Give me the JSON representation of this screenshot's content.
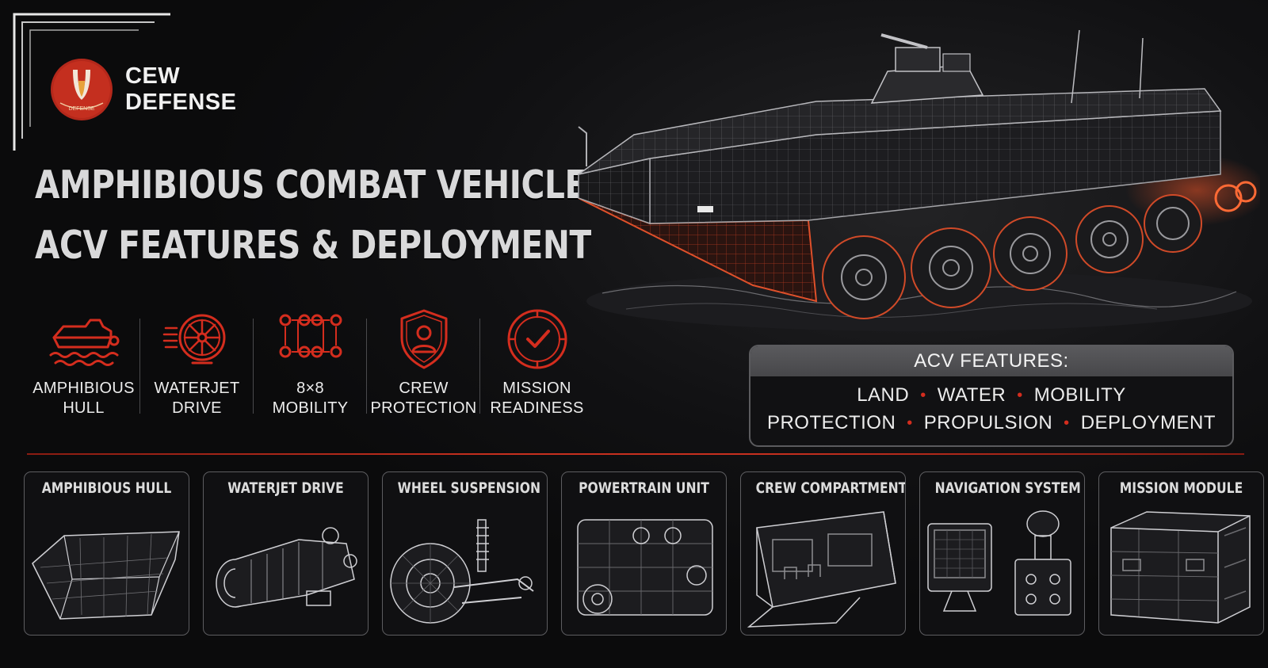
{
  "brand": {
    "line1": "CEW",
    "line2": "DEFENSE",
    "logo_mark_text": "DEFENSE"
  },
  "title": {
    "line1": "AMPHIBIOUS COMBAT VEHICLE:",
    "line2": "ACV FEATURES & DEPLOYMENT"
  },
  "features": [
    {
      "icon": "amphibious-hull-icon",
      "line1": "AMPHIBIOUS",
      "line2": "HULL"
    },
    {
      "icon": "waterjet-drive-icon",
      "line1": "WATERJET",
      "line2": "DRIVE"
    },
    {
      "icon": "8x8-mobility-icon",
      "line1": "8×8",
      "line2": "MOBILITY"
    },
    {
      "icon": "crew-protection-icon",
      "line1": "CREW",
      "line2": "PROTECTION"
    },
    {
      "icon": "mission-readiness-icon",
      "line1": "MISSION",
      "line2": "READINESS"
    }
  ],
  "acv_features": {
    "heading": "ACV FEATURES:",
    "row1": [
      "LAND",
      "WATER",
      "MOBILITY"
    ],
    "row2": [
      "PROTECTION",
      "PROPULSION",
      "DEPLOYMENT"
    ],
    "separator": "•"
  },
  "components": [
    {
      "label": "AMPHIBIOUS HULL",
      "icon": "hull-illustration"
    },
    {
      "label": "WATERJET DRIVE",
      "icon": "waterjet-illustration"
    },
    {
      "label": "WHEEL SUSPENSION",
      "icon": "suspension-illustration"
    },
    {
      "label": "POWERTRAIN UNIT",
      "icon": "engine-illustration"
    },
    {
      "label": "CREW COMPARTMENT",
      "icon": "compartment-illustration"
    },
    {
      "label": "NAVIGATION SYSTEM",
      "icon": "navigation-illustration"
    },
    {
      "label": "MISSION MODULE",
      "icon": "module-illustration"
    }
  ],
  "colors": {
    "accent": "#d42d1e",
    "background": "#111113",
    "text": "#e9e9ea",
    "panel_border": "#5b5b5e"
  }
}
